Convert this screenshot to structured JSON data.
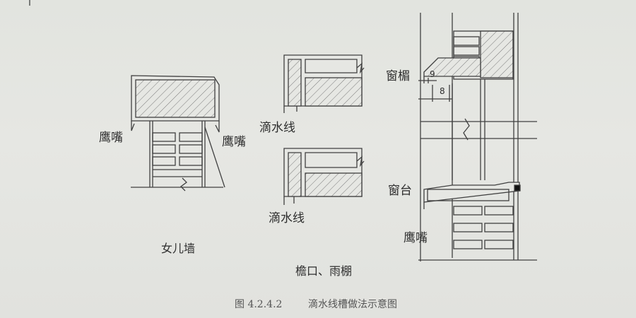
{
  "parapet": {
    "eave_left": "鹰嘴",
    "eave_right": "鹰嘴",
    "title": "女儿墙"
  },
  "eaves": {
    "drip_upper": "滴水线",
    "drip_lower": "滴水线",
    "title": "檐口、雨棚"
  },
  "window": {
    "lintel": "窗楣",
    "sill": "窗台",
    "eave": "鹰嘴",
    "dim_9": "9",
    "dim_8": "8"
  },
  "caption": {
    "figure_no": "图 4.2.4.2",
    "title": "滴水线槽做法示意图"
  }
}
